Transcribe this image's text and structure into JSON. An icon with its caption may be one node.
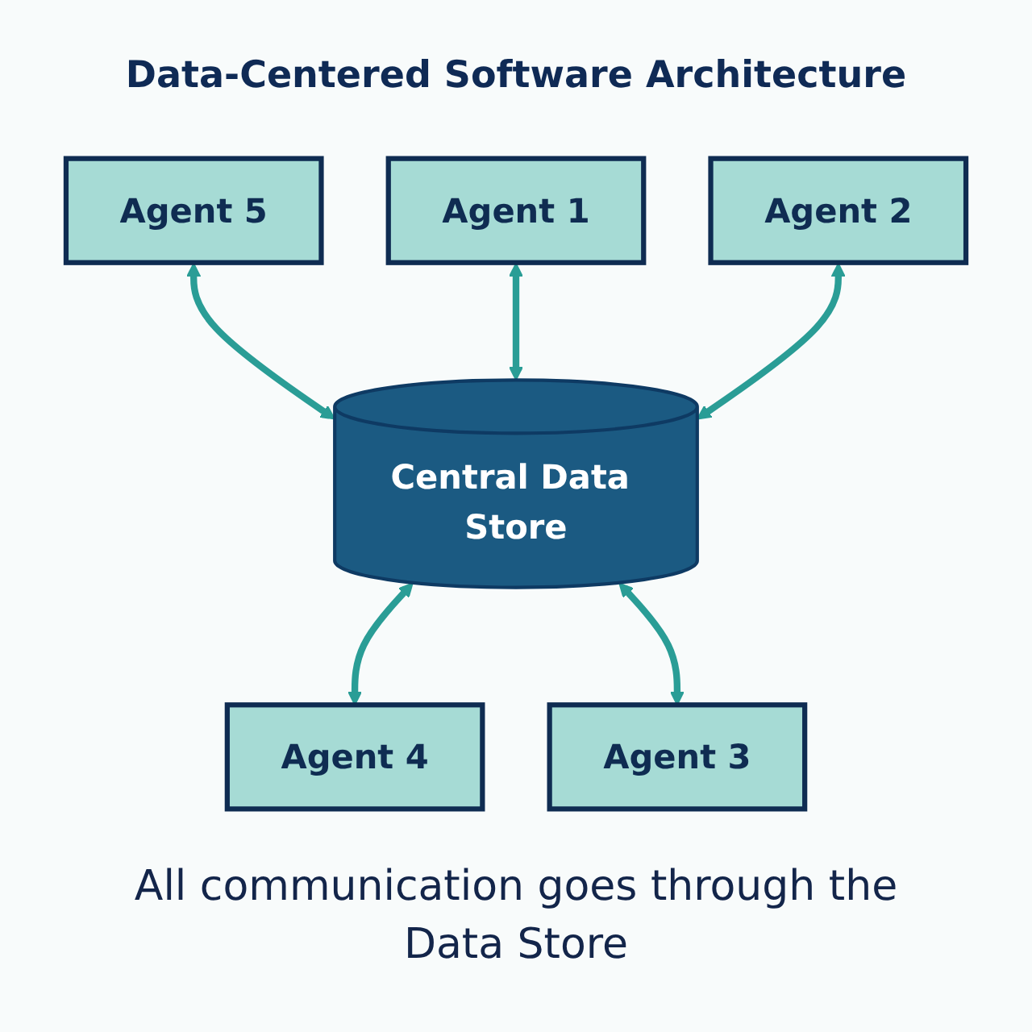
{
  "diagram": {
    "title": "Data-Centered Software Architecture",
    "caption": "All communication goes through the Data Store",
    "nodes": [
      {
        "text": [
          "Agent 1"
        ]
      },
      {
        "text": [
          "Agent 5"
        ]
      },
      {
        "text": [
          "Central Data Store"
        ]
      },
      {
        "text": [
          "Agent 2"
        ]
      },
      {
        "text": [
          "Agent 4"
        ]
      },
      {
        "text": [
          "Agent 3"
        ]
      }
    ],
    "edges": [
      {
        "from": 1,
        "to": 2,
        "arrow": "both"
      },
      {
        "from": 0,
        "to": 2,
        "arrow": "both"
      },
      {
        "from": 3,
        "to": 2,
        "arrow": "both"
      },
      {
        "from": 2,
        "to": 4,
        "arrow": "both"
      },
      {
        "from": 2,
        "to": 5,
        "arrow": "both"
      }
    ]
  }
}
